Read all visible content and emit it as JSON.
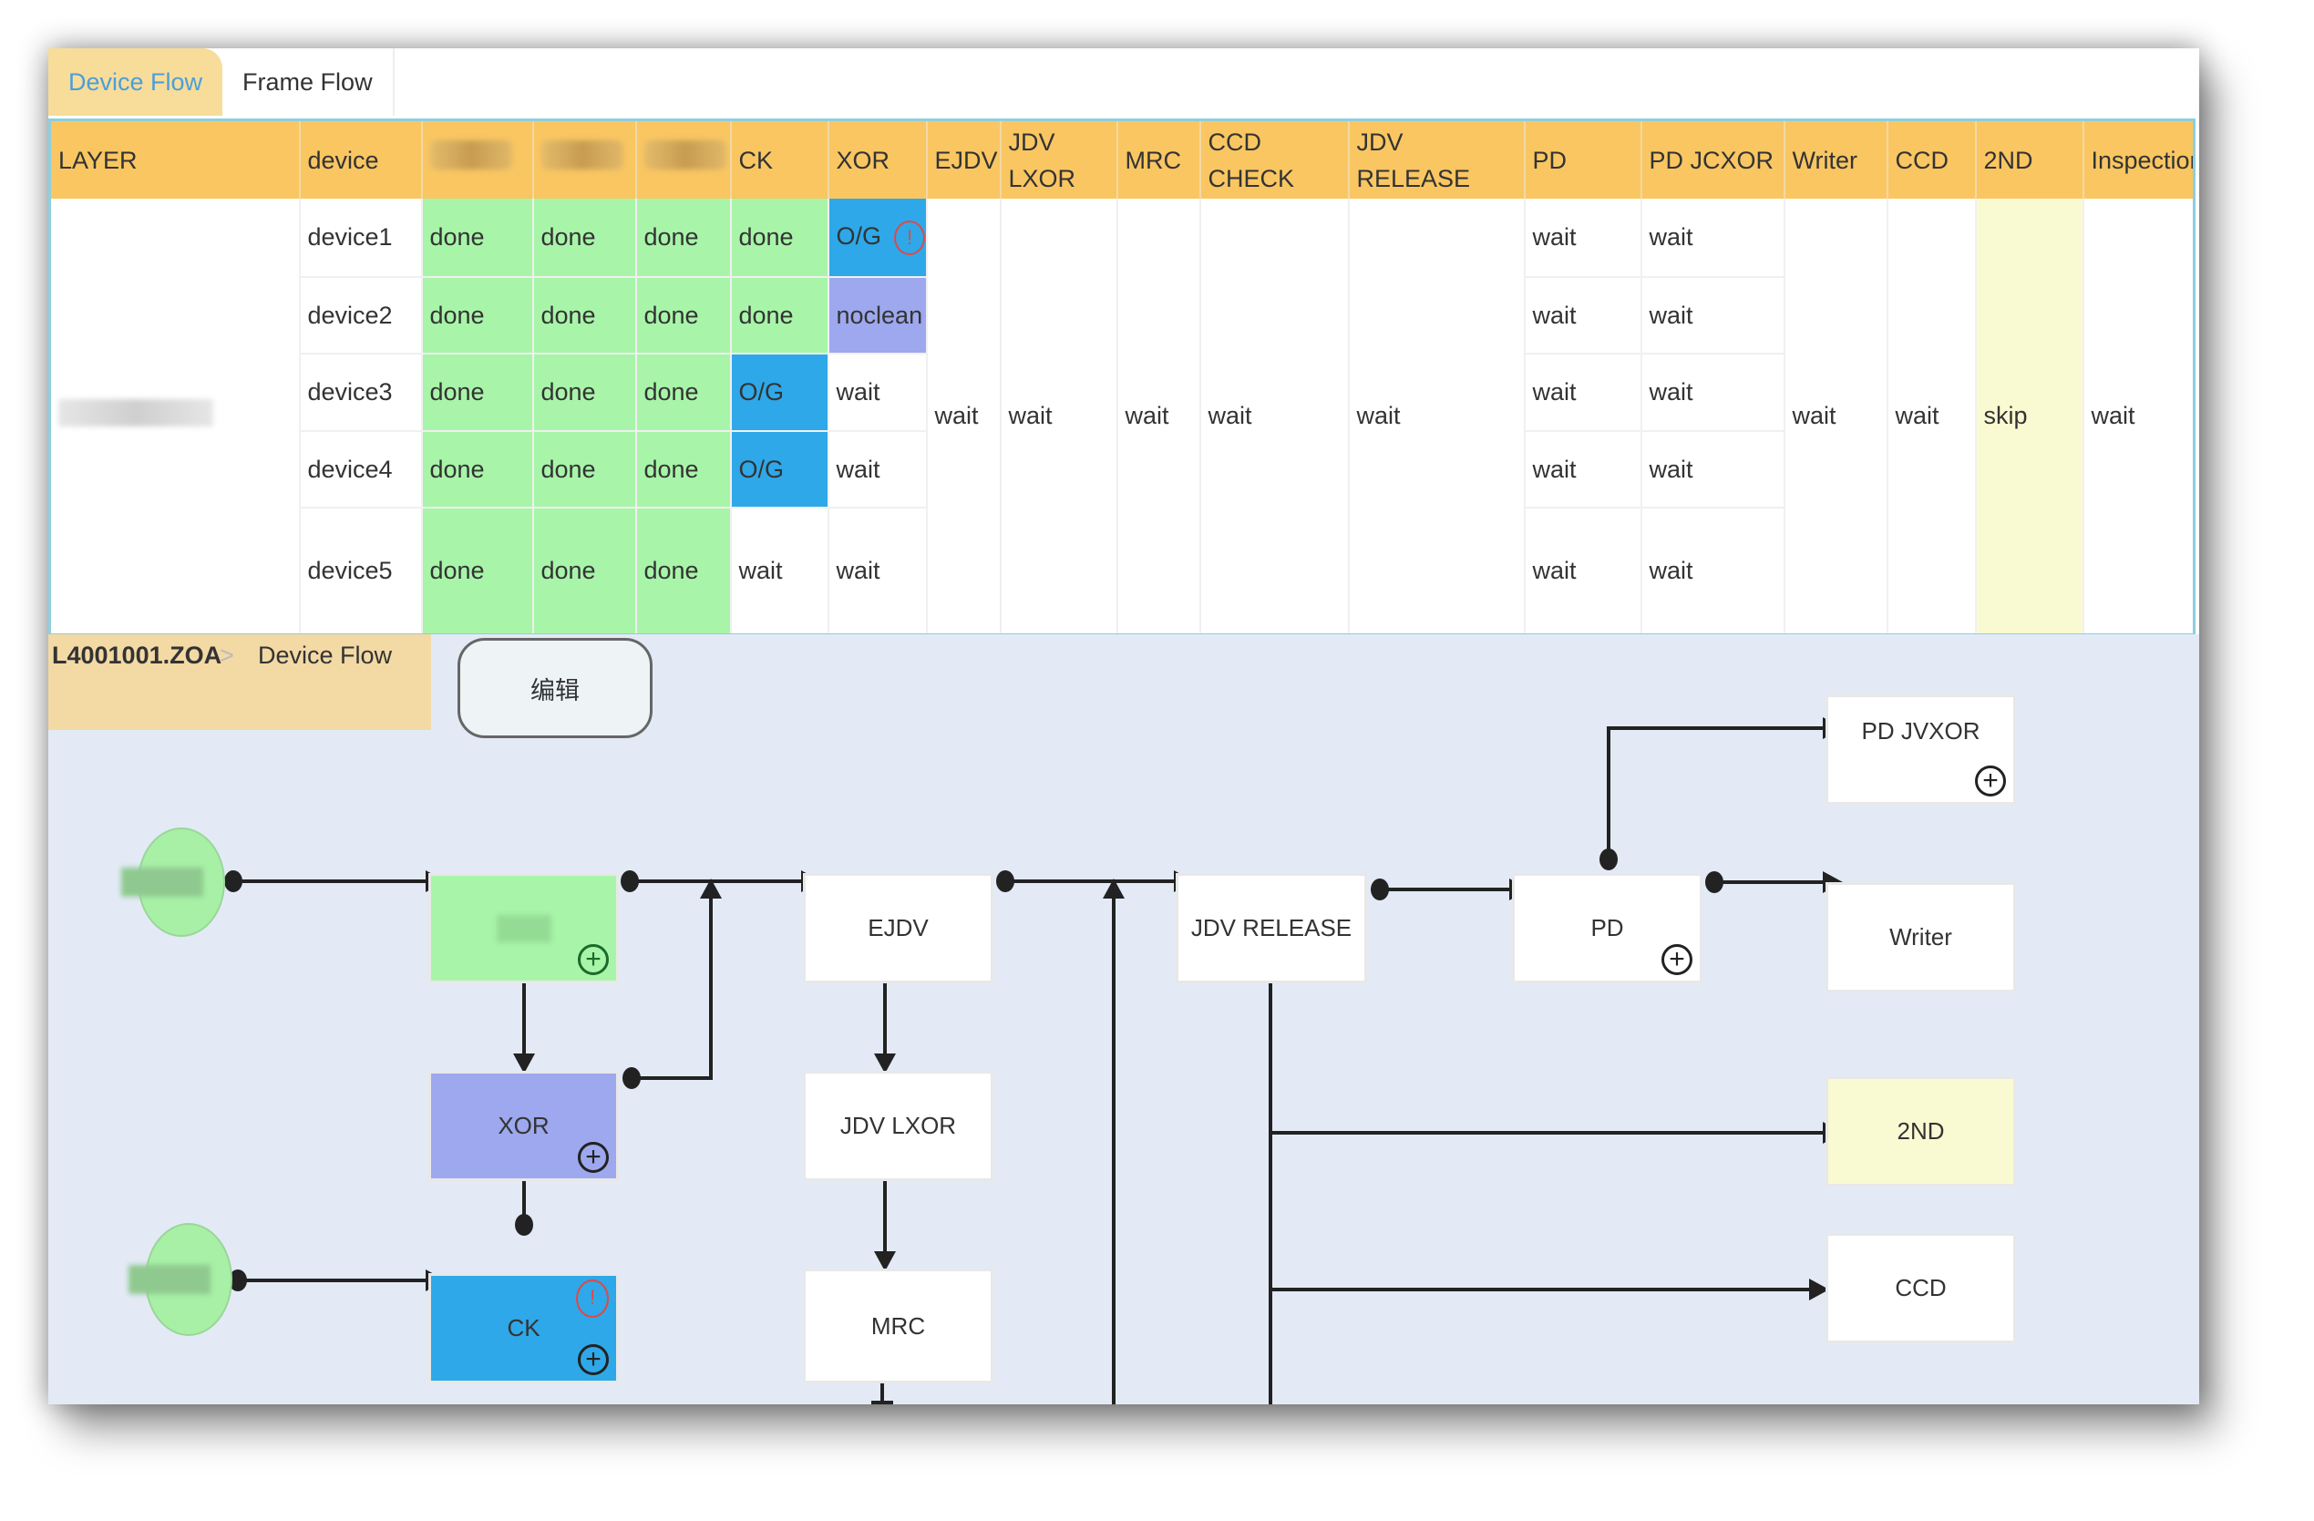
{
  "tabs": [
    {
      "label": "Device Flow",
      "active": true
    },
    {
      "label": "Frame Flow",
      "active": false
    }
  ],
  "colors": {
    "done": "#a8f5a9",
    "og": "#2ea8e8",
    "noclean": "#9da8ee",
    "skip": "#fafad2",
    "wait": "#ffffff",
    "header": "#f9c662",
    "accent": "#4a9fd8"
  },
  "table": {
    "headers": [
      "LAYER",
      "device",
      "",
      "",
      "",
      "CK",
      "XOR",
      "EJDV",
      "JDV LXOR",
      "MRC",
      "CCD CHECK",
      "JDV RELEASE",
      "PD",
      "PD JCXOR",
      "Writer",
      "CCD",
      "2ND",
      "Inspection"
    ],
    "rows": [
      {
        "device": "device1",
        "steps": [
          "done",
          "done",
          "done",
          "done",
          "O/G"
        ],
        "xor_alert": true,
        "pd": "wait",
        "pd_jcxor": "wait"
      },
      {
        "device": "device2",
        "steps": [
          "done",
          "done",
          "done",
          "done",
          "noclean"
        ],
        "xor_alert": false,
        "pd": "wait",
        "pd_jcxor": "wait"
      },
      {
        "device": "device3",
        "steps": [
          "done",
          "done",
          "done",
          "O/G",
          "wait"
        ],
        "xor_alert": false,
        "pd": "wait",
        "pd_jcxor": "wait"
      },
      {
        "device": "device4",
        "steps": [
          "done",
          "done",
          "done",
          "O/G",
          "wait"
        ],
        "xor_alert": false,
        "pd": "wait",
        "pd_jcxor": "wait"
      },
      {
        "device": "device5",
        "steps": [
          "done",
          "done",
          "done",
          "wait",
          "wait"
        ],
        "xor_alert": false,
        "pd": "wait",
        "pd_jcxor": "wait"
      }
    ],
    "merged": {
      "ejdv": "wait",
      "jdv_lxor": "wait",
      "mrc": "wait",
      "ccd_check": "wait",
      "jdv_release": "wait",
      "writer": "wait",
      "ccd": "wait",
      "second": "skip",
      "inspection": "wait"
    }
  },
  "breadcrumb": {
    "root": "L4001001.ZOA",
    "separator": ">",
    "current": "Device Flow"
  },
  "edit_button": "编辑",
  "nodes": {
    "xor": "XOR",
    "ck": "CK",
    "ejdv": "EJDV",
    "jdv_lxor": "JDV LXOR",
    "mrc": "MRC",
    "jdv_release": "JDV RELEASE",
    "pd": "PD",
    "pd_jvxor": "PD JVXOR",
    "writer": "Writer",
    "second": "2ND",
    "ccd": "CCD"
  }
}
